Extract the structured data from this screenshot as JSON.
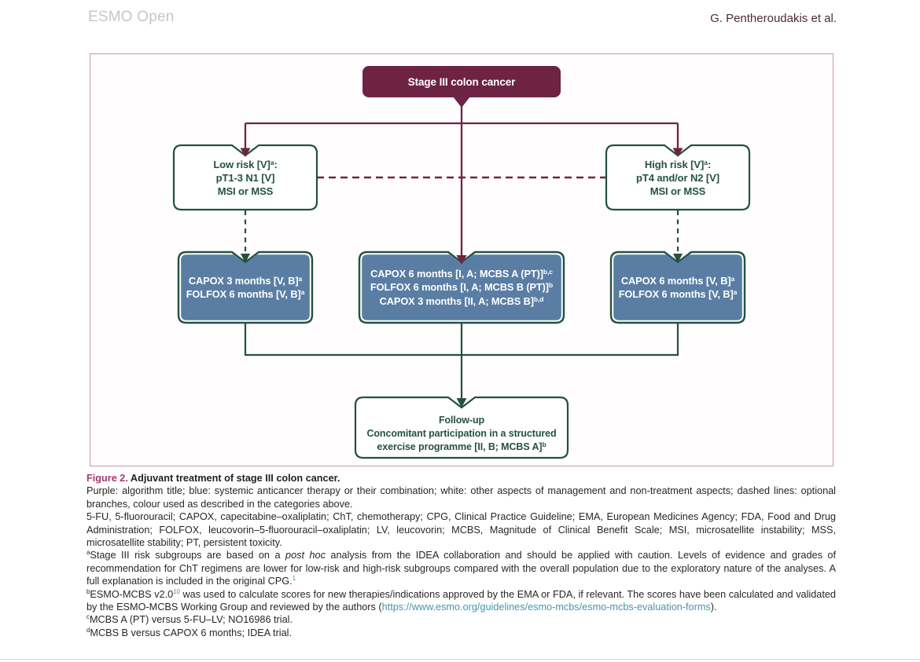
{
  "header": {
    "journal": "ESMO Open",
    "authors": "G. Pentheroudakis et al."
  },
  "colors": {
    "algorithm_title_purple": "#6e2345",
    "box_border_green": "#23523f",
    "therapy_blue": "#5a7ea3",
    "panel_border_pink": "#c496b6",
    "link_teal": "#4596ad",
    "figure_label_magenta": "#a43a6d"
  },
  "flowchart": {
    "title": "Stage III colon cancer",
    "low_risk": {
      "lines": [
        {
          "text": "Low risk [V]",
          "sup": "a",
          "after": ":"
        },
        {
          "text": "pT1-3 N1 [V]"
        },
        {
          "text": "MSI or MSS"
        }
      ]
    },
    "high_risk": {
      "lines": [
        {
          "text": "High risk [V]",
          "sup": "a",
          "after": ":"
        },
        {
          "text": "pT4 and/or N2 [V]"
        },
        {
          "text": "MSI or MSS"
        }
      ]
    },
    "low_risk_treatment": {
      "lines": [
        {
          "text": "CAPOX 3 months [V, B]",
          "sup": "a"
        },
        {
          "text": "FOLFOX 6 months [V, B]",
          "sup": "a"
        }
      ]
    },
    "standard_treatment": {
      "lines": [
        {
          "text": "CAPOX 6 months [I, A; MCBS A (PT)]",
          "sup": "b,c"
        },
        {
          "text": "FOLFOX 6 months [I, A; MCBS B (PT)]",
          "sup": "b"
        },
        {
          "text": "CAPOX 3 months [II, A; MCBS B]",
          "sup": "b,d"
        }
      ]
    },
    "high_risk_treatment": {
      "lines": [
        {
          "text": "CAPOX 6 months [V, B]",
          "sup": "a"
        },
        {
          "text": "FOLFOX 6 months [V, B]",
          "sup": "a"
        }
      ]
    },
    "followup": {
      "lines": [
        {
          "text": "Follow-up"
        },
        {
          "text": "Concomitant participation in a structured"
        },
        {
          "text": "exercise programme [II, B; MCBS A]",
          "sup": "b"
        }
      ]
    }
  },
  "caption": {
    "label": "Figure 2.",
    "title": " Adjuvant treatment of stage III colon cancer.",
    "legend": "Purple: algorithm title; blue: systemic anticancer therapy or their combination; white: other aspects of management and non-treatment aspects; dashed lines: optional branches, colour used as described in the categories above.",
    "abbreviations": "5-FU, 5-fluorouracil; CAPOX, capecitabine–oxaliplatin; ChT, chemotherapy; CPG, Clinical Practice Guideline; EMA, European Medicines Agency; FDA, Food and Drug Administration; FOLFOX, leucovorin–5-fluorouracil–oxaliplatin; LV, leucovorin; MCBS, Magnitude of Clinical Benefit Scale; MSI, microsatellite instability; MSS, microsatellite stability; PT, persistent toxicity.",
    "fn_a": {
      "sup": "a",
      "t1": "Stage III risk subgroups are based on a ",
      "italic": "post hoc",
      "t2": " analysis from the IDEA collaboration and should be applied with caution. Levels of evidence and grades of recommendation for ChT regimens are lower for low-risk and high-risk subgroups compared with the overall population due to the exploratory nature of the analyses. A full explanation is included in the original CPG.",
      "ref": "1"
    },
    "fn_b": {
      "sup": "b",
      "t1": "ESMO-MCBS v2.0",
      "ref": "10",
      "t2": " was used to calculate scores for new therapies/indications approved by the EMA or FDA, if relevant. The scores have been calculated and validated by the ESMO-MCBS Working Group and reviewed by the authors (",
      "link": "https://www.esmo.org/guidelines/esmo-mcbs/esmo-mcbs-evaluation-forms",
      "t3": ")."
    },
    "fn_c": {
      "sup": "c",
      "text": "MCBS A (PT) versus 5-FU–LV; NO16986 trial."
    },
    "fn_d": {
      "sup": "d",
      "text": "MCBS B versus CAPOX 6 months; IDEA trial."
    }
  }
}
